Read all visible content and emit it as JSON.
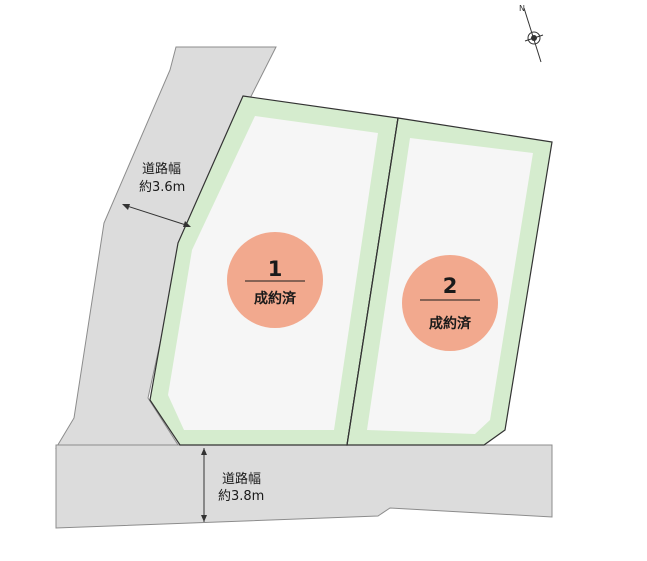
{
  "lots": [
    {
      "number": "1",
      "status": "成約済"
    },
    {
      "number": "2",
      "status": "成約済"
    }
  ],
  "roads": [
    {
      "label_line1": "道路幅",
      "label_line2": "約3.6m"
    },
    {
      "label_line1": "道路幅",
      "label_line2": "約3.8m"
    }
  ],
  "compass": {
    "north_label": "N"
  },
  "colors": {
    "lot_fill": "#d5ecce",
    "lot_inner": "#f6f6f6",
    "road_fill": "#dcdcdc",
    "badge_fill": "#f2a98e"
  }
}
